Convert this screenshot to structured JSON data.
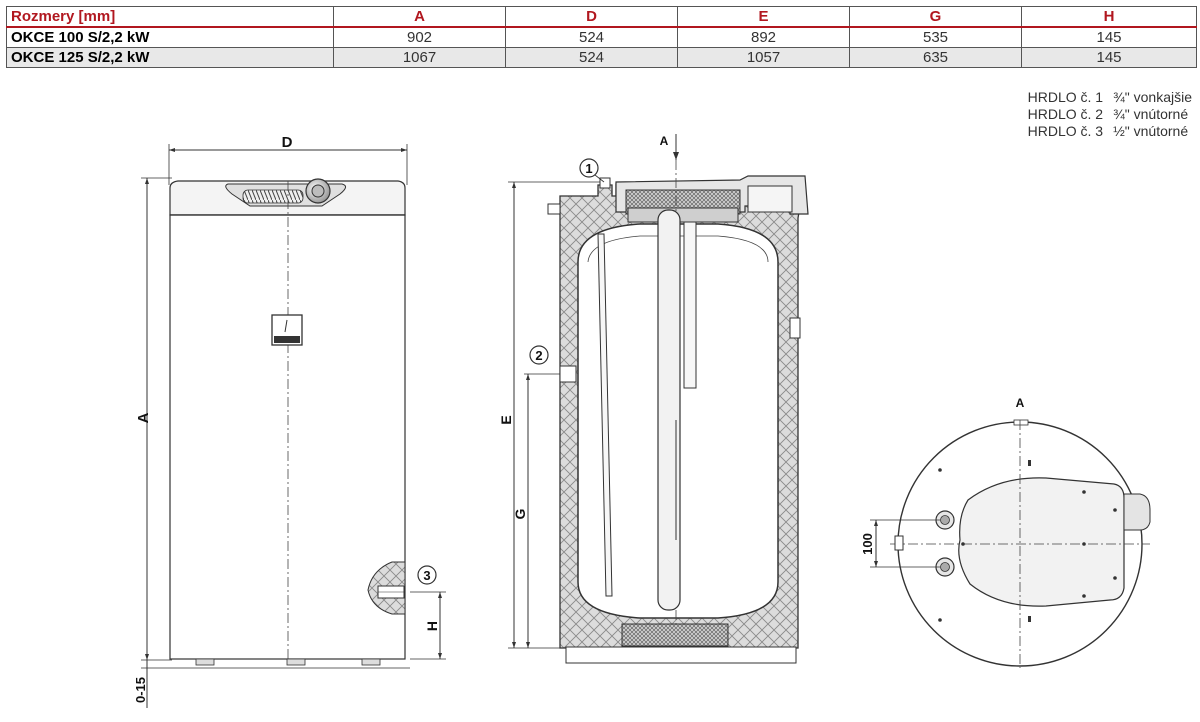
{
  "table": {
    "headers": [
      "Rozmery [mm]",
      "A",
      "D",
      "E",
      "G",
      "H"
    ],
    "rows": [
      {
        "model": "OKCE 100 S/2,2 kW",
        "A": "902",
        "D": "524",
        "E": "892",
        "G": "535",
        "H": "145"
      },
      {
        "model": "OKCE 125 S/2,2 kW",
        "A": "1067",
        "D": "524",
        "E": "1057",
        "G": "635",
        "H": "145"
      }
    ]
  },
  "legend": [
    {
      "name": "HRDLO č. 1",
      "spec": "¾\" vonkajšie"
    },
    {
      "name": "HRDLO č. 2",
      "spec": "¾\" vnútorné"
    },
    {
      "name": "HRDLO č. 3",
      "spec": "½\" vnútorné"
    }
  ],
  "drawing": {
    "front": {
      "label_d": "D",
      "label_a": "A",
      "label_h": "H",
      "label_015": "0-15",
      "callout_3": "3"
    },
    "section": {
      "label_a": "A",
      "label_e": "E",
      "label_g": "G",
      "callout_1": "1",
      "callout_2": "2"
    },
    "top": {
      "label_a": "A",
      "label_100": "100"
    }
  }
}
